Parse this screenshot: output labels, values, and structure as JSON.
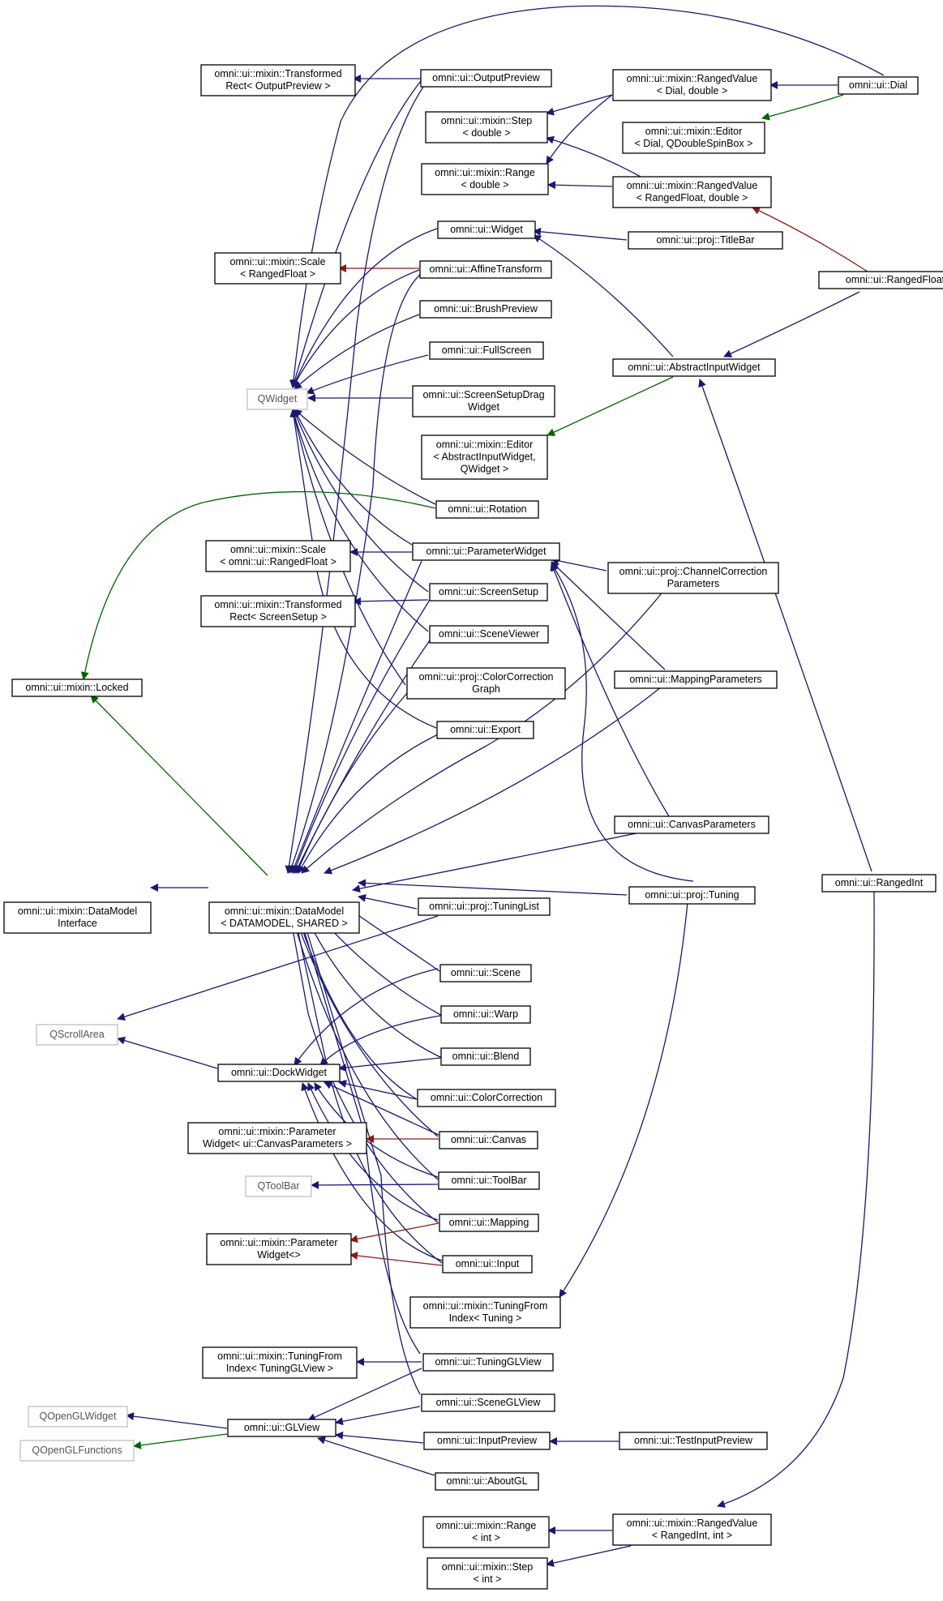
{
  "colors": {
    "inherit": "#191970",
    "template": "#8b1a1a",
    "friend": "#006400",
    "node_border": "#000000",
    "external_border": "#bfbfbf"
  },
  "nodes": [
    {
      "id": "TRO",
      "lines": [
        "omni::ui::mixin::Transformed",
        "Rect< OutputPreview >"
      ]
    },
    {
      "id": "OP",
      "lines": [
        "omni::ui::OutputPreview"
      ]
    },
    {
      "id": "RVD",
      "lines": [
        "omni::ui::mixin::RangedValue",
        "< Dial, double >"
      ]
    },
    {
      "id": "DIAL",
      "lines": [
        "omni::ui::Dial"
      ]
    },
    {
      "id": "STEPD",
      "lines": [
        "omni::ui::mixin::Step",
        "< double >"
      ]
    },
    {
      "id": "EDD",
      "lines": [
        "omni::ui::mixin::Editor",
        "< Dial, QDoubleSpinBox >"
      ]
    },
    {
      "id": "RANGED",
      "lines": [
        "omni::ui::mixin::Range",
        "< double >"
      ]
    },
    {
      "id": "RVRF",
      "lines": [
        "omni::ui::mixin::RangedValue",
        "< RangedFloat, double >"
      ]
    },
    {
      "id": "WIDGET",
      "lines": [
        "omni::ui::Widget"
      ]
    },
    {
      "id": "TITLEBAR",
      "lines": [
        "omni::ui::proj::TitleBar"
      ]
    },
    {
      "id": "SCALERF",
      "lines": [
        "omni::ui::mixin::Scale",
        "< RangedFloat >"
      ]
    },
    {
      "id": "AFFINE",
      "lines": [
        "omni::ui::AffineTransform"
      ]
    },
    {
      "id": "RANGEDFLOAT",
      "lines": [
        "omni::ui::RangedFloat"
      ]
    },
    {
      "id": "BRUSH",
      "lines": [
        "omni::ui::BrushPreview"
      ]
    },
    {
      "id": "FULL",
      "lines": [
        "omni::ui::FullScreen"
      ]
    },
    {
      "id": "QWIDGET",
      "lines": [
        "QWidget"
      ],
      "ext": true
    },
    {
      "id": "AIW",
      "lines": [
        "omni::ui::AbstractInputWidget"
      ]
    },
    {
      "id": "SSDW",
      "lines": [
        "omni::ui::ScreenSetupDrag",
        "Widget"
      ]
    },
    {
      "id": "EDAIW",
      "lines": [
        "omni::ui::mixin::Editor",
        "< AbstractInputWidget,",
        "QWidget >"
      ]
    },
    {
      "id": "ROT",
      "lines": [
        "omni::ui::Rotation"
      ]
    },
    {
      "id": "SCALEORF",
      "lines": [
        "omni::ui::mixin::Scale",
        "< omni::ui::RangedFloat >"
      ]
    },
    {
      "id": "PW",
      "lines": [
        "omni::ui::ParameterWidget"
      ]
    },
    {
      "id": "CCP",
      "lines": [
        "omni::ui::proj::ChannelCorrection",
        "Parameters"
      ]
    },
    {
      "id": "TRSS",
      "lines": [
        "omni::ui::mixin::Transformed",
        "Rect< ScreenSetup >"
      ]
    },
    {
      "id": "SS",
      "lines": [
        "omni::ui::ScreenSetup"
      ]
    },
    {
      "id": "SV",
      "lines": [
        "omni::ui::SceneViewer"
      ]
    },
    {
      "id": "LOCKED",
      "lines": [
        "omni::ui::mixin::Locked"
      ]
    },
    {
      "id": "CCG",
      "lines": [
        "omni::ui::proj::ColorCorrection",
        "Graph"
      ]
    },
    {
      "id": "MP",
      "lines": [
        "omni::ui::MappingParameters"
      ]
    },
    {
      "id": "EXPORT",
      "lines": [
        "omni::ui::Export"
      ]
    },
    {
      "id": "CP",
      "lines": [
        "omni::ui::CanvasParameters"
      ]
    },
    {
      "id": "DMI",
      "lines": [
        "omni::ui::mixin::DataModel",
        "Interface"
      ]
    },
    {
      "id": "DM",
      "lines": [
        "omni::ui::mixin::DataModel",
        "< DATAMODEL, SHARED >"
      ]
    },
    {
      "id": "TUNING",
      "lines": [
        "omni::ui::proj::Tuning"
      ]
    },
    {
      "id": "RANGEDINT",
      "lines": [
        "omni::ui::RangedInt"
      ]
    },
    {
      "id": "TL",
      "lines": [
        "omni::ui::proj::TuningList"
      ]
    },
    {
      "id": "SCENE",
      "lines": [
        "omni::ui::Scene"
      ]
    },
    {
      "id": "QSCROLL",
      "lines": [
        "QScrollArea"
      ],
      "ext": true
    },
    {
      "id": "WARP",
      "lines": [
        "omni::ui::Warp"
      ]
    },
    {
      "id": "DOCK",
      "lines": [
        "omni::ui::DockWidget"
      ]
    },
    {
      "id": "BLEND",
      "lines": [
        "omni::ui::Blend"
      ]
    },
    {
      "id": "COLCOR",
      "lines": [
        "omni::ui::ColorCorrection"
      ]
    },
    {
      "id": "PWCP",
      "lines": [
        "omni::ui::mixin::Parameter",
        "Widget< ui::CanvasParameters >"
      ]
    },
    {
      "id": "CANVAS",
      "lines": [
        "omni::ui::Canvas"
      ]
    },
    {
      "id": "QTOOLBAR",
      "lines": [
        "QToolBar"
      ],
      "ext": true
    },
    {
      "id": "TOOLBAR",
      "lines": [
        "omni::ui::ToolBar"
      ]
    },
    {
      "id": "MAPPING",
      "lines": [
        "omni::ui::Mapping"
      ]
    },
    {
      "id": "PWE",
      "lines": [
        "omni::ui::mixin::Parameter",
        "Widget<>"
      ]
    },
    {
      "id": "INPUT",
      "lines": [
        "omni::ui::Input"
      ]
    },
    {
      "id": "TFIT",
      "lines": [
        "omni::ui::mixin::TuningFrom",
        "Index< Tuning >"
      ]
    },
    {
      "id": "TFIGL",
      "lines": [
        "omni::ui::mixin::TuningFrom",
        "Index< TuningGLView >"
      ]
    },
    {
      "id": "TGLV",
      "lines": [
        "omni::ui::TuningGLView"
      ]
    },
    {
      "id": "SGLV",
      "lines": [
        "omni::ui::SceneGLView"
      ]
    },
    {
      "id": "QOGLW",
      "lines": [
        "QOpenGLWidget"
      ],
      "ext": true
    },
    {
      "id": "GLVIEW",
      "lines": [
        "omni::ui::GLView"
      ]
    },
    {
      "id": "QOGLF",
      "lines": [
        "QOpenGLFunctions"
      ],
      "ext": true
    },
    {
      "id": "INPREV",
      "lines": [
        "omni::ui::InputPreview"
      ]
    },
    {
      "id": "TESTIN",
      "lines": [
        "omni::ui::TestInputPreview"
      ]
    },
    {
      "id": "ABOUTGL",
      "lines": [
        "omni::ui::AboutGL"
      ]
    },
    {
      "id": "RANGEI",
      "lines": [
        "omni::ui::mixin::Range",
        "< int >"
      ]
    },
    {
      "id": "RVRI",
      "lines": [
        "omni::ui::mixin::RangedValue",
        "< RangedInt, int >"
      ]
    },
    {
      "id": "STEPI",
      "lines": [
        "omni::ui::mixin::Step",
        "< int >"
      ]
    }
  ]
}
